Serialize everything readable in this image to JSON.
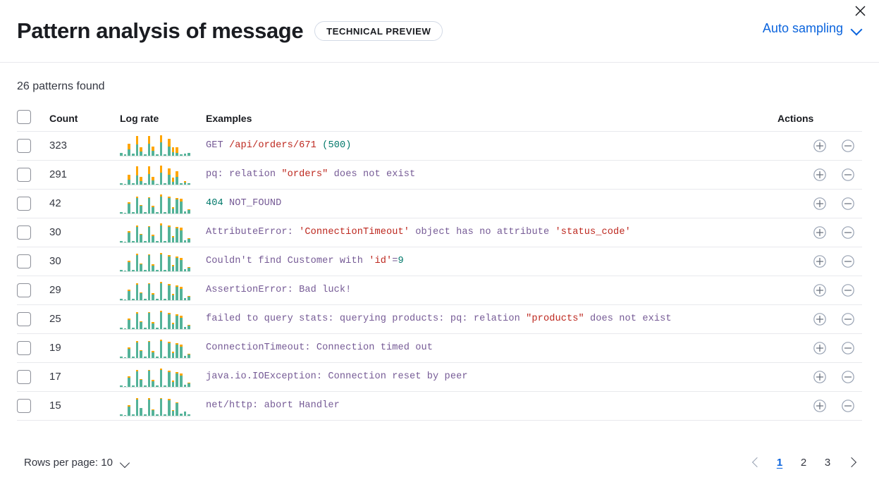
{
  "header": {
    "title": "Pattern analysis of message",
    "badge": "TECHNICAL PREVIEW",
    "sampling_label": "Auto sampling",
    "close_label": "×"
  },
  "body": {
    "patterns_found": "26 patterns found"
  },
  "table": {
    "columns": {
      "count": "Count",
      "log_rate": "Log rate",
      "examples": "Examples",
      "actions": "Actions"
    },
    "rows": [
      {
        "count": "323",
        "tokens": [
          {
            "t": "GET ",
            "c": "def"
          },
          {
            "t": "/api/orders/671",
            "c": "str"
          },
          {
            "t": " ",
            "c": "def"
          },
          {
            "t": "(",
            "c": "pun"
          },
          {
            "t": "500",
            "c": "num"
          },
          {
            "t": ")",
            "c": "pun"
          }
        ],
        "spark": [
          {
            "b": 4,
            "o": 0
          },
          {
            "b": 2,
            "o": 0
          },
          {
            "b": 9,
            "o": 8
          },
          {
            "b": 3,
            "o": 0
          },
          {
            "b": 16,
            "o": 12
          },
          {
            "b": 6,
            "o": 6
          },
          {
            "b": 2,
            "o": 0
          },
          {
            "b": 17,
            "o": 11
          },
          {
            "b": 7,
            "o": 6
          },
          {
            "b": 2,
            "o": 0
          },
          {
            "b": 19,
            "o": 10
          },
          {
            "b": 2,
            "o": 0
          },
          {
            "b": 13,
            "o": 11
          },
          {
            "b": 5,
            "o": 7
          },
          {
            "b": 4,
            "o": 8
          },
          {
            "b": 2,
            "o": 0
          },
          {
            "b": 3,
            "o": 0
          },
          {
            "b": 4,
            "o": 0
          }
        ]
      },
      {
        "count": "291",
        "tokens": [
          {
            "t": "pq: relation ",
            "c": "def"
          },
          {
            "t": "\"orders\"",
            "c": "str"
          },
          {
            "t": " does not exist",
            "c": "def"
          }
        ],
        "spark": [
          {
            "b": 2,
            "o": 0
          },
          {
            "b": 1,
            "o": 0
          },
          {
            "b": 7,
            "o": 7
          },
          {
            "b": 2,
            "o": 0
          },
          {
            "b": 13,
            "o": 13
          },
          {
            "b": 5,
            "o": 6
          },
          {
            "b": 2,
            "o": 0
          },
          {
            "b": 15,
            "o": 11
          },
          {
            "b": 6,
            "o": 5
          },
          {
            "b": 1,
            "o": 0
          },
          {
            "b": 17,
            "o": 10
          },
          {
            "b": 2,
            "o": 0
          },
          {
            "b": 14,
            "o": 9
          },
          {
            "b": 4,
            "o": 6
          },
          {
            "b": 11,
            "o": 8
          },
          {
            "b": 2,
            "o": 0
          },
          {
            "b": 3,
            "o": 2
          },
          {
            "b": 2,
            "o": 0
          }
        ]
      },
      {
        "count": "42",
        "tokens": [
          {
            "t": "404",
            "c": "num"
          },
          {
            "t": " NOT_FOUND",
            "c": "def"
          }
        ],
        "spark": [
          {
            "b": 2,
            "o": 0
          },
          {
            "b": 1,
            "o": 0
          },
          {
            "b": 14,
            "o": 2
          },
          {
            "b": 2,
            "o": 0
          },
          {
            "b": 22,
            "o": 2
          },
          {
            "b": 11,
            "o": 1
          },
          {
            "b": 2,
            "o": 0
          },
          {
            "b": 22,
            "o": 1
          },
          {
            "b": 9,
            "o": 2
          },
          {
            "b": 2,
            "o": 0
          },
          {
            "b": 24,
            "o": 3
          },
          {
            "b": 2,
            "o": 0
          },
          {
            "b": 22,
            "o": 2
          },
          {
            "b": 7,
            "o": 2
          },
          {
            "b": 20,
            "o": 2
          },
          {
            "b": 17,
            "o": 4
          },
          {
            "b": 3,
            "o": 0
          },
          {
            "b": 5,
            "o": 1
          }
        ]
      },
      {
        "count": "30",
        "tokens": [
          {
            "t": "AttributeError: ",
            "c": "def"
          },
          {
            "t": "'ConnectionTimeout'",
            "c": "str"
          },
          {
            "t": " object has no attribute ",
            "c": "def"
          },
          {
            "t": "'status_code'",
            "c": "str"
          }
        ],
        "spark": [
          {
            "b": 2,
            "o": 0
          },
          {
            "b": 1,
            "o": 0
          },
          {
            "b": 14,
            "o": 2
          },
          {
            "b": 2,
            "o": 0
          },
          {
            "b": 22,
            "o": 2
          },
          {
            "b": 11,
            "o": 1
          },
          {
            "b": 2,
            "o": 0
          },
          {
            "b": 22,
            "o": 1
          },
          {
            "b": 9,
            "o": 2
          },
          {
            "b": 2,
            "o": 0
          },
          {
            "b": 24,
            "o": 3
          },
          {
            "b": 2,
            "o": 0
          },
          {
            "b": 22,
            "o": 2
          },
          {
            "b": 7,
            "o": 2
          },
          {
            "b": 20,
            "o": 2
          },
          {
            "b": 17,
            "o": 4
          },
          {
            "b": 3,
            "o": 0
          },
          {
            "b": 5,
            "o": 1
          }
        ]
      },
      {
        "count": "30",
        "tokens": [
          {
            "t": "Couldn't find Customer with ",
            "c": "def"
          },
          {
            "t": "'id'",
            "c": "str"
          },
          {
            "t": "=",
            "c": "def"
          },
          {
            "t": "9",
            "c": "num"
          }
        ],
        "spark": [
          {
            "b": 2,
            "o": 0
          },
          {
            "b": 1,
            "o": 0
          },
          {
            "b": 13,
            "o": 2
          },
          {
            "b": 2,
            "o": 0
          },
          {
            "b": 23,
            "o": 2
          },
          {
            "b": 10,
            "o": 1
          },
          {
            "b": 2,
            "o": 0
          },
          {
            "b": 23,
            "o": 1
          },
          {
            "b": 8,
            "o": 2
          },
          {
            "b": 2,
            "o": 0
          },
          {
            "b": 24,
            "o": 2
          },
          {
            "b": 2,
            "o": 0
          },
          {
            "b": 21,
            "o": 2
          },
          {
            "b": 7,
            "o": 2
          },
          {
            "b": 19,
            "o": 2
          },
          {
            "b": 16,
            "o": 3
          },
          {
            "b": 3,
            "o": 0
          },
          {
            "b": 5,
            "o": 1
          }
        ]
      },
      {
        "count": "29",
        "tokens": [
          {
            "t": "AssertionError: Bad luck!",
            "c": "def"
          }
        ],
        "spark": [
          {
            "b": 2,
            "o": 0
          },
          {
            "b": 1,
            "o": 0
          },
          {
            "b": 13,
            "o": 2
          },
          {
            "b": 2,
            "o": 0
          },
          {
            "b": 22,
            "o": 2
          },
          {
            "b": 10,
            "o": 1
          },
          {
            "b": 2,
            "o": 0
          },
          {
            "b": 23,
            "o": 1
          },
          {
            "b": 8,
            "o": 2
          },
          {
            "b": 2,
            "o": 0
          },
          {
            "b": 24,
            "o": 2
          },
          {
            "b": 2,
            "o": 0
          },
          {
            "b": 21,
            "o": 2
          },
          {
            "b": 7,
            "o": 2
          },
          {
            "b": 19,
            "o": 2
          },
          {
            "b": 16,
            "o": 3
          },
          {
            "b": 3,
            "o": 0
          },
          {
            "b": 5,
            "o": 1
          }
        ]
      },
      {
        "count": "25",
        "tokens": [
          {
            "t": "failed to query stats: querying products: pq: relation ",
            "c": "def"
          },
          {
            "t": "\"products\"",
            "c": "str"
          },
          {
            "t": " does not exist",
            "c": "def"
          }
        ],
        "spark": [
          {
            "b": 2,
            "o": 0
          },
          {
            "b": 1,
            "o": 0
          },
          {
            "b": 13,
            "o": 2
          },
          {
            "b": 2,
            "o": 0
          },
          {
            "b": 22,
            "o": 2
          },
          {
            "b": 10,
            "o": 1
          },
          {
            "b": 2,
            "o": 0
          },
          {
            "b": 23,
            "o": 1
          },
          {
            "b": 8,
            "o": 2
          },
          {
            "b": 2,
            "o": 0
          },
          {
            "b": 24,
            "o": 2
          },
          {
            "b": 2,
            "o": 0
          },
          {
            "b": 21,
            "o": 2
          },
          {
            "b": 7,
            "o": 2
          },
          {
            "b": 19,
            "o": 2
          },
          {
            "b": 16,
            "o": 3
          },
          {
            "b": 3,
            "o": 0
          },
          {
            "b": 5,
            "o": 1
          }
        ]
      },
      {
        "count": "19",
        "tokens": [
          {
            "t": "ConnectionTimeout: Connection timed out",
            "c": "def"
          }
        ],
        "spark": [
          {
            "b": 2,
            "o": 0
          },
          {
            "b": 1,
            "o": 0
          },
          {
            "b": 13,
            "o": 2
          },
          {
            "b": 2,
            "o": 0
          },
          {
            "b": 22,
            "o": 2
          },
          {
            "b": 10,
            "o": 1
          },
          {
            "b": 2,
            "o": 0
          },
          {
            "b": 23,
            "o": 1
          },
          {
            "b": 8,
            "o": 2
          },
          {
            "b": 2,
            "o": 0
          },
          {
            "b": 24,
            "o": 2
          },
          {
            "b": 2,
            "o": 0
          },
          {
            "b": 21,
            "o": 2
          },
          {
            "b": 7,
            "o": 2
          },
          {
            "b": 19,
            "o": 2
          },
          {
            "b": 16,
            "o": 3
          },
          {
            "b": 3,
            "o": 0
          },
          {
            "b": 5,
            "o": 1
          }
        ]
      },
      {
        "count": "17",
        "tokens": [
          {
            "t": "java.io.IOException: Connection reset by peer",
            "c": "def"
          }
        ],
        "spark": [
          {
            "b": 2,
            "o": 0
          },
          {
            "b": 1,
            "o": 0
          },
          {
            "b": 13,
            "o": 2
          },
          {
            "b": 2,
            "o": 0
          },
          {
            "b": 22,
            "o": 2
          },
          {
            "b": 10,
            "o": 1
          },
          {
            "b": 2,
            "o": 0
          },
          {
            "b": 23,
            "o": 1
          },
          {
            "b": 8,
            "o": 2
          },
          {
            "b": 2,
            "o": 0
          },
          {
            "b": 24,
            "o": 2
          },
          {
            "b": 2,
            "o": 0
          },
          {
            "b": 21,
            "o": 2
          },
          {
            "b": 7,
            "o": 2
          },
          {
            "b": 19,
            "o": 2
          },
          {
            "b": 16,
            "o": 3
          },
          {
            "b": 3,
            "o": 0
          },
          {
            "b": 5,
            "o": 1
          }
        ]
      },
      {
        "count": "15",
        "tokens": [
          {
            "t": "net/http: abort Handler",
            "c": "def"
          }
        ],
        "spark": [
          {
            "b": 2,
            "o": 0
          },
          {
            "b": 1,
            "o": 0
          },
          {
            "b": 13,
            "o": 2
          },
          {
            "b": 2,
            "o": 0
          },
          {
            "b": 23,
            "o": 2
          },
          {
            "b": 11,
            "o": 0
          },
          {
            "b": 2,
            "o": 0
          },
          {
            "b": 23,
            "o": 2
          },
          {
            "b": 8,
            "o": 1
          },
          {
            "b": 2,
            "o": 0
          },
          {
            "b": 24,
            "o": 1
          },
          {
            "b": 2,
            "o": 0
          },
          {
            "b": 22,
            "o": 2
          },
          {
            "b": 7,
            "o": 1
          },
          {
            "b": 18,
            "o": 1
          },
          {
            "b": 3,
            "o": 0
          },
          {
            "b": 6,
            "o": 0
          },
          {
            "b": 2,
            "o": 0
          }
        ]
      }
    ],
    "row_actions": {
      "add_label": "add-filter",
      "remove_label": "remove-filter"
    }
  },
  "footer": {
    "rows_per_page": "Rows per page: 10",
    "pages": [
      "1",
      "2",
      "3"
    ],
    "active_page": "1"
  },
  "colors": {
    "bar_bottom": "#54b399",
    "bar_top": "#ffa500",
    "link": "#0b64dd",
    "token_default": "#765b96",
    "token_string": "#bd271e",
    "token_number": "#00786a"
  }
}
